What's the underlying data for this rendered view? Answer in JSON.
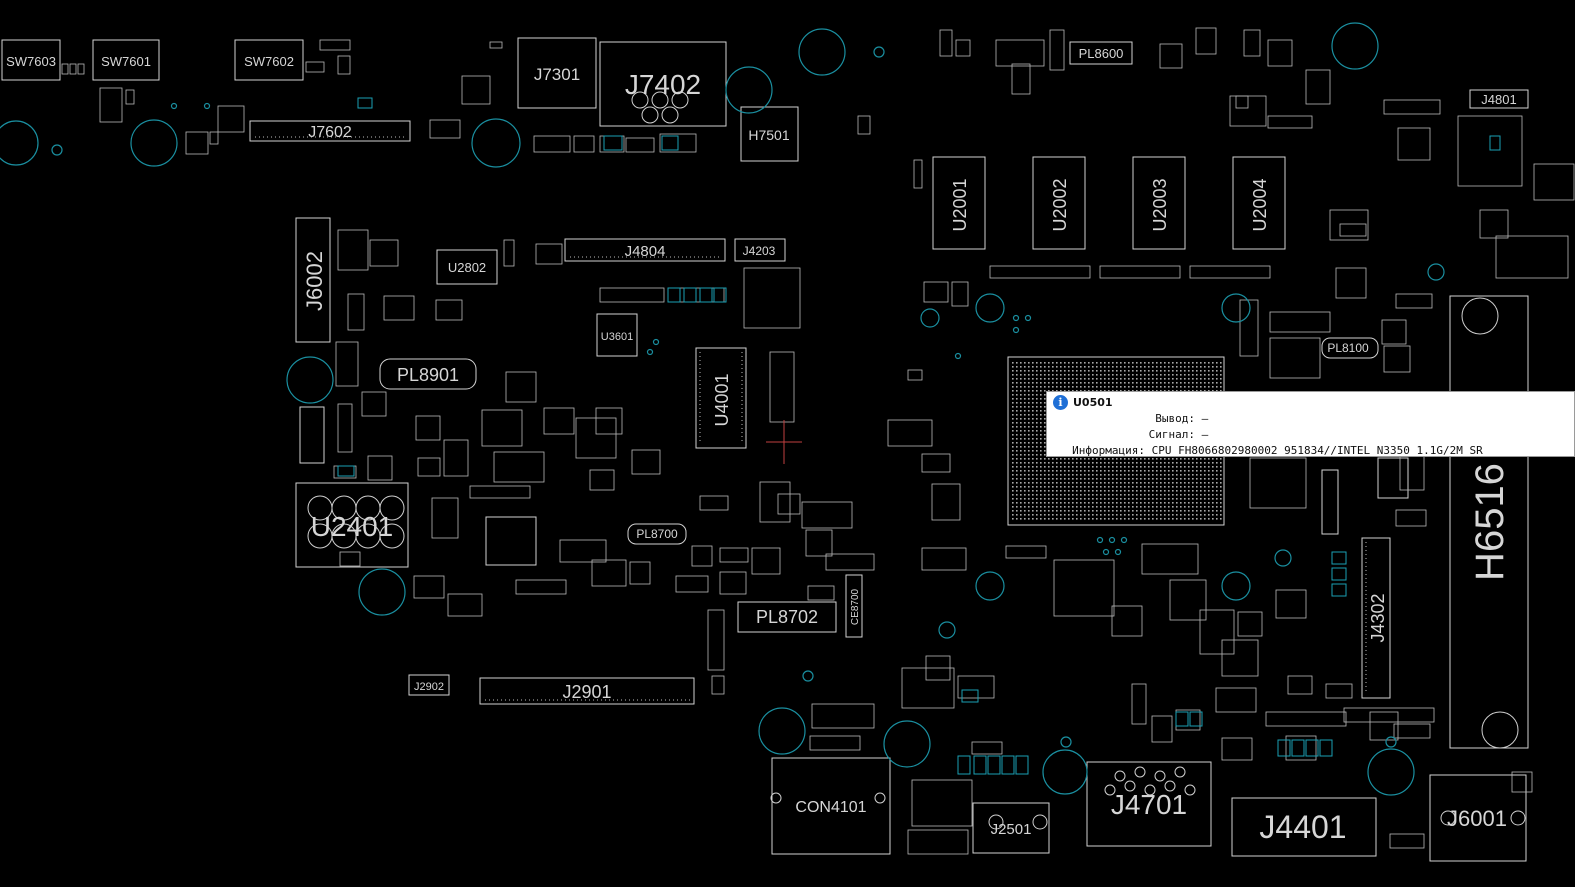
{
  "board": {
    "labels": {
      "sw7603": "SW7603",
      "sw7601": "SW7601",
      "sw7602": "SW7602",
      "j7301": "J7301",
      "j7402": "J7402",
      "j7602": "J7602",
      "h7501": "H7501",
      "u2001": "U2001",
      "u2002": "U2002",
      "u2003": "U2003",
      "u2004": "U2004",
      "pl8600": "PL8600",
      "j4801": "J4801",
      "j6002": "J6002",
      "u2802": "U2802",
      "j4804": "J4804",
      "j4203": "J4203",
      "pl8901": "PL8901",
      "u3601": "U3601",
      "u4001": "U4001",
      "u2401": "U2401",
      "pl8700": "PL8700",
      "pl8702": "PL8702",
      "j2902": "J2902",
      "j2901": "J2901",
      "con4101": "CON4101",
      "j2501": "J2501",
      "j4701": "J4701",
      "j4401": "J4401",
      "j6001": "J6001",
      "j4302": "J4302",
      "h6516": "H6516",
      "pl8100": "PL8100",
      "ce8700": "CE8700"
    }
  },
  "tooltip": {
    "title": "U0501",
    "rows": [
      {
        "label": "Вывод:",
        "value": "—"
      },
      {
        "label": "Сигнал:",
        "value": "—"
      },
      {
        "label": "Информация:",
        "value": "CPU FH8066802980002 951834//INTEL N3350 1.1G/2M SR"
      }
    ]
  },
  "colors": {
    "outline": "#d2d2d2",
    "hole": "#1a8fa0",
    "background": "#000000",
    "tooltip_bg": "#ffffff"
  }
}
